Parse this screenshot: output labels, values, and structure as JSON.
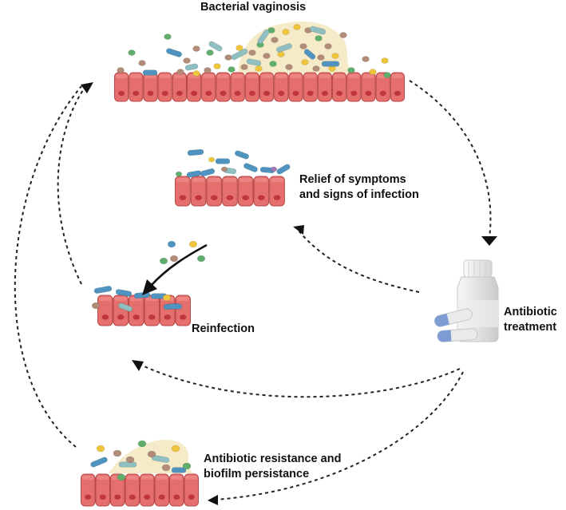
{
  "labels": {
    "bacterial_vaginosis": "Bacterial vaginosis",
    "relief": [
      "Relief of symptoms",
      "and signs of infection"
    ],
    "reinfection": "Reinfection",
    "antibiotic_treatment": [
      "Antibiotic",
      "treatment"
    ],
    "resistance": [
      "Antibiotic resistance and",
      "biofilm persistance"
    ]
  },
  "colors": {
    "cell_fill": "#e46f6d",
    "cell_stroke": "#b84a4a",
    "nucleus": "#c0373b",
    "biofilm": "#f5ebc8",
    "rod_blue": "#4f94c0",
    "rod_teal": "#8fbfc0",
    "coccus_tan": "#b28c79",
    "coccus_yellow": "#eec53c",
    "coccus_green": "#5fae6c",
    "coccus_purple": "#a07ab6",
    "capsule_blue": "#7d9cd3",
    "bottle": "#e8e9ea"
  },
  "icons": [
    "epithelium-icon",
    "bacteria-icon",
    "biofilm-icon",
    "pill-bottle-icon",
    "capsule-icon",
    "dashed-arrow-icon",
    "solid-arrow-icon"
  ]
}
